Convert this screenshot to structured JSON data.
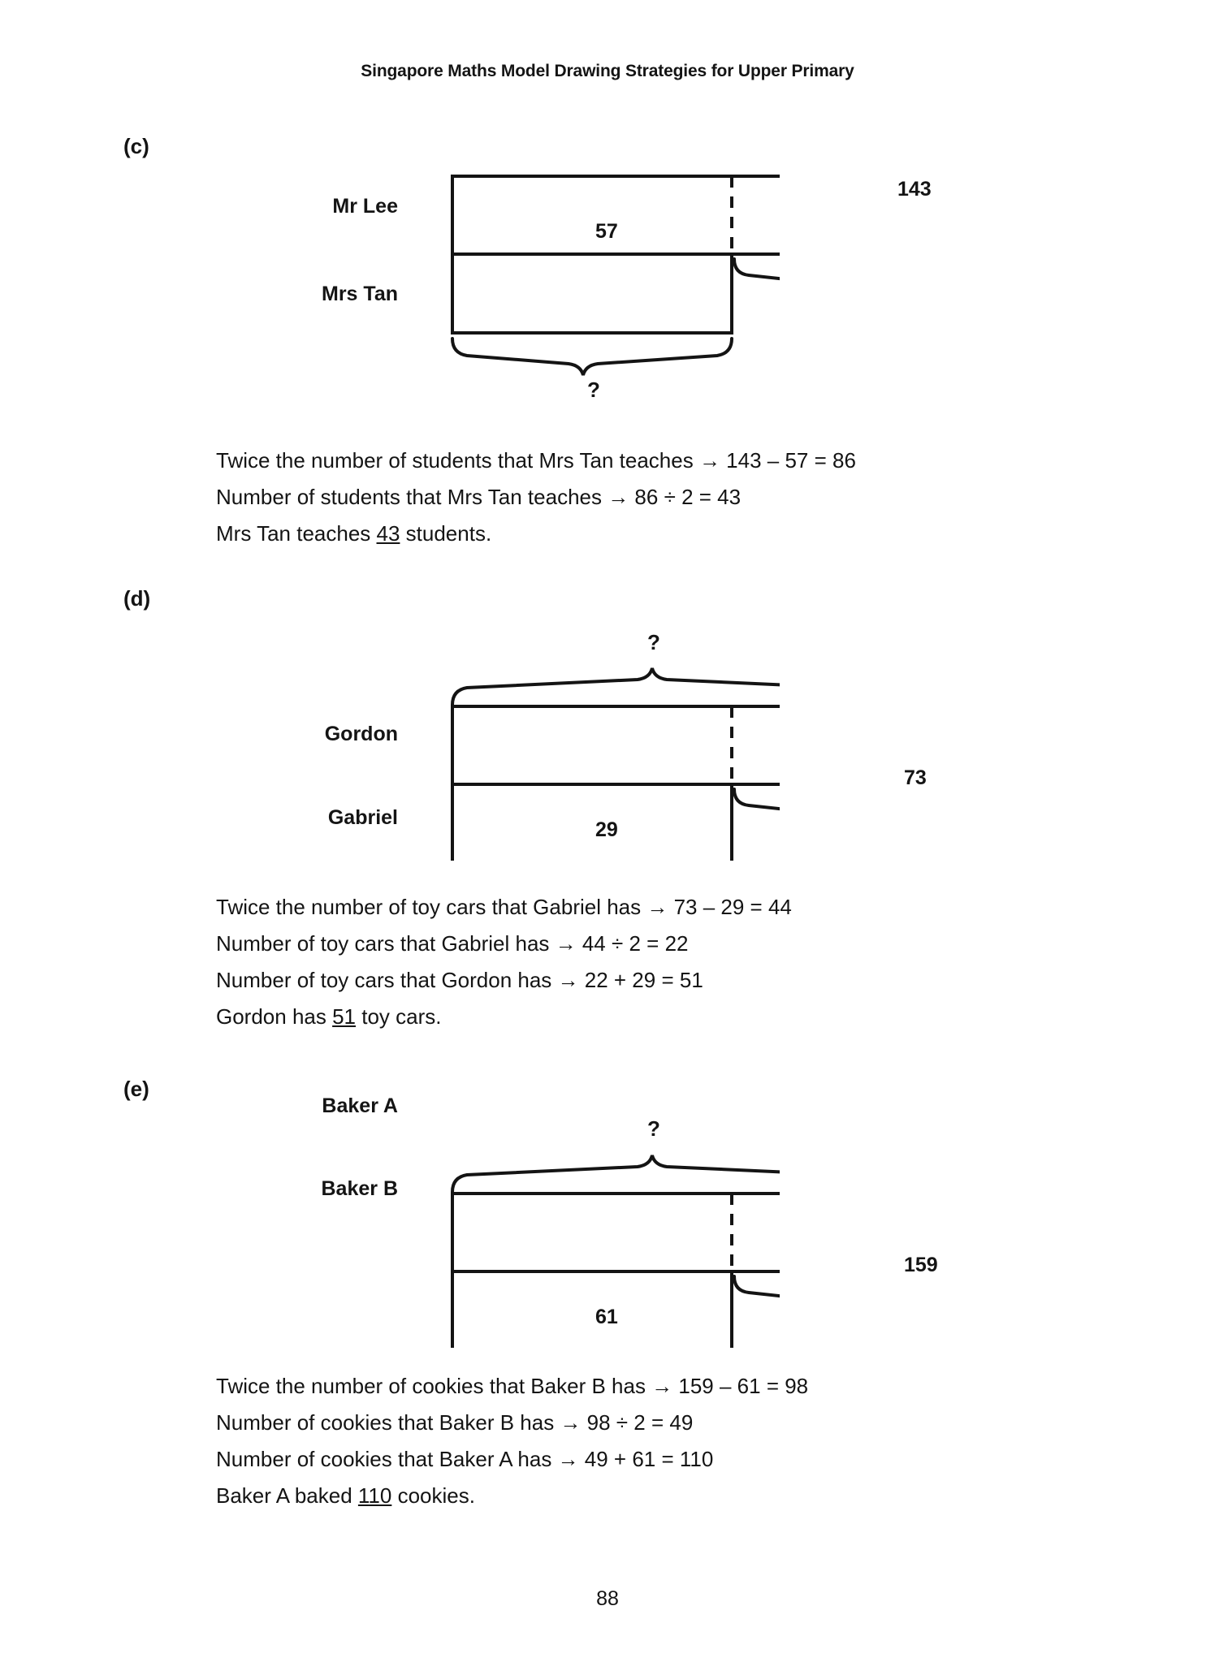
{
  "running_head": "Singapore Maths Model Drawing Strategies for Upper Primary",
  "folio": "88",
  "parts": [
    {
      "letter": "(c)",
      "model": {
        "top_bar_label": "Mr Lee",
        "bottom_bar_label": "Mrs Tan",
        "difference_label": "57",
        "total_label": "143",
        "unknown_label": "?",
        "unknown_position": "bottom",
        "top_brace_label": null
      },
      "solution": [
        "Twice the number of students that Mrs Tan teaches → 143 – 57 = 86",
        "Number of students that Mrs Tan teaches → 86 ÷ 2 = 43",
        "Mrs Tan teaches 43 students."
      ],
      "answer": "43"
    },
    {
      "letter": "(d)",
      "model": {
        "top_bar_label": "Gordon",
        "bottom_bar_label": "Gabriel",
        "difference_label": "29",
        "total_label": "73",
        "unknown_label": "?",
        "unknown_position": "top",
        "top_brace_label": "?"
      },
      "solution": [
        "Twice the number of toy cars that Gabriel has → 73 – 29 = 44",
        "Number of toy cars that Gabriel has → 44 ÷ 2 = 22",
        "Number of toy cars that Gordon has → 22 + 29 = 51",
        "Gordon has 51 toy cars."
      ],
      "answer": "51"
    },
    {
      "letter": "(e)",
      "model": {
        "top_bar_label": "Baker A",
        "bottom_bar_label": "Baker B",
        "difference_label": "61",
        "total_label": "159",
        "unknown_label": "?",
        "unknown_position": "top",
        "top_brace_label": "?"
      },
      "solution": [
        "Twice the number of cookies that Baker B has → 159 – 61 = 98",
        "Number of cookies that Baker B has → 98 ÷ 2 = 49",
        "Number of cookies that Baker A has → 49 + 61 = 110",
        "Baker A baked 110 cookies."
      ],
      "answer": "110"
    }
  ],
  "colors": {
    "ink": "#141414",
    "paper": "#ffffff"
  }
}
